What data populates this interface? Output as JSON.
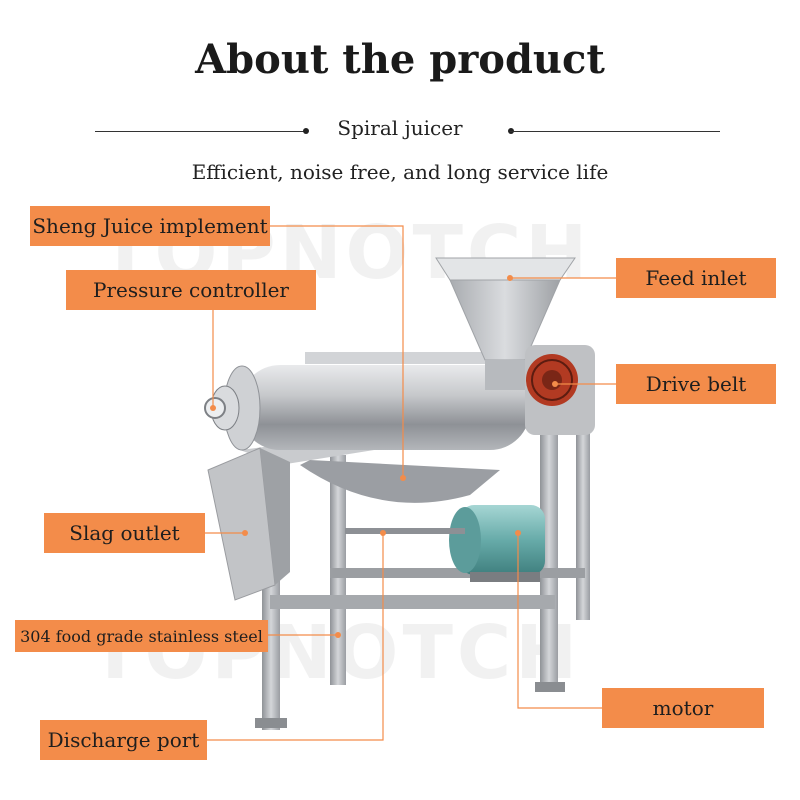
{
  "header": {
    "title": "About the product",
    "subtitle": "Spiral juicer",
    "tagline": "Efficient, noise free, and long service life"
  },
  "labels": {
    "sheng_juice": "Sheng Juice implement",
    "pressure_controller": "Pressure controller",
    "slag_outlet": "Slag outlet",
    "stainless_steel": "304 food grade stainless steel",
    "discharge_port": "Discharge port",
    "feed_inlet": "Feed inlet",
    "drive_belt": "Drive belt",
    "motor": "motor"
  },
  "watermark": "TOPNOTCH",
  "colors": {
    "label_bg": "#f38c4a",
    "callout_line": "#f38c4a",
    "steel": "#b9bcc0",
    "motor": "#6fb3b2",
    "pulley": "#b23a22"
  }
}
